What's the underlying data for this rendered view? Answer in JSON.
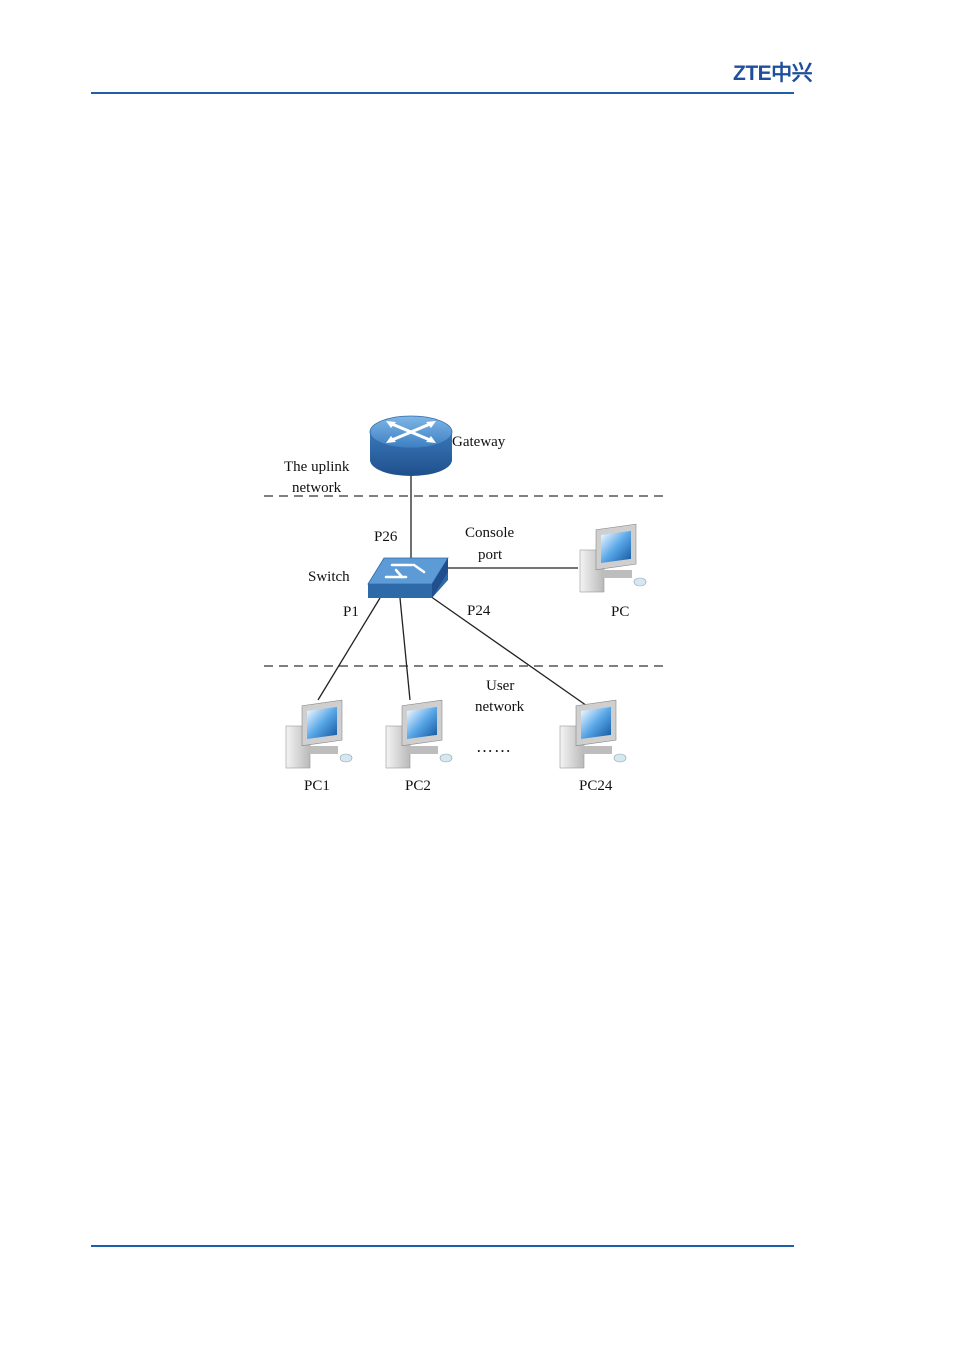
{
  "header": {
    "logo_text": "ZTE中兴"
  },
  "colors": {
    "rule": "#1f5fa8",
    "logo": "#1f4f9c",
    "device_blue": "#4d8fd0",
    "line": "#222222"
  },
  "diagram": {
    "gateway_label": "Gateway",
    "uplink_label_line1": "The uplink",
    "uplink_label_line2": "network",
    "switch_label": "Switch",
    "console_label_line1": "Console",
    "console_label_line2": "port",
    "port_uplink": "P26",
    "port_first": "P1",
    "port_last": "P24",
    "pc_console_label": "PC",
    "user_label_line1": "User",
    "user_label_line2": "network",
    "ellipsis": "……",
    "pc1_label": "PC1",
    "pc2_label": "PC2",
    "pc24_label": "PC24"
  }
}
